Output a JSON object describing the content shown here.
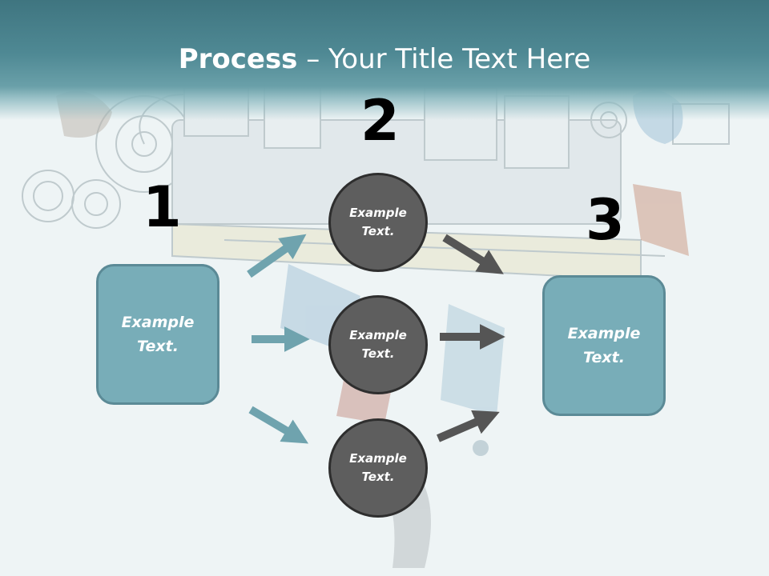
{
  "title": {
    "bold": "Process",
    "rest": " – Your Title Text Here"
  },
  "steps": [
    {
      "number": "1",
      "box_line1": "Example",
      "box_line2": "Text."
    },
    {
      "number": "2"
    },
    {
      "number": "3",
      "box_line1": "Example",
      "box_line2": "Text."
    }
  ],
  "circles": [
    {
      "line1": "Example",
      "line2": "Text."
    },
    {
      "line1": "Example",
      "line2": "Text."
    },
    {
      "line1": "Example",
      "line2": "Text."
    }
  ],
  "colors": {
    "title_band": "#4f8994",
    "box_fill": "#78adb8",
    "box_border": "#5b8a96",
    "circle_fill": "#5e5e5e",
    "teal_arrow": "#6fa3ae",
    "gray_arrow": "#555555"
  }
}
